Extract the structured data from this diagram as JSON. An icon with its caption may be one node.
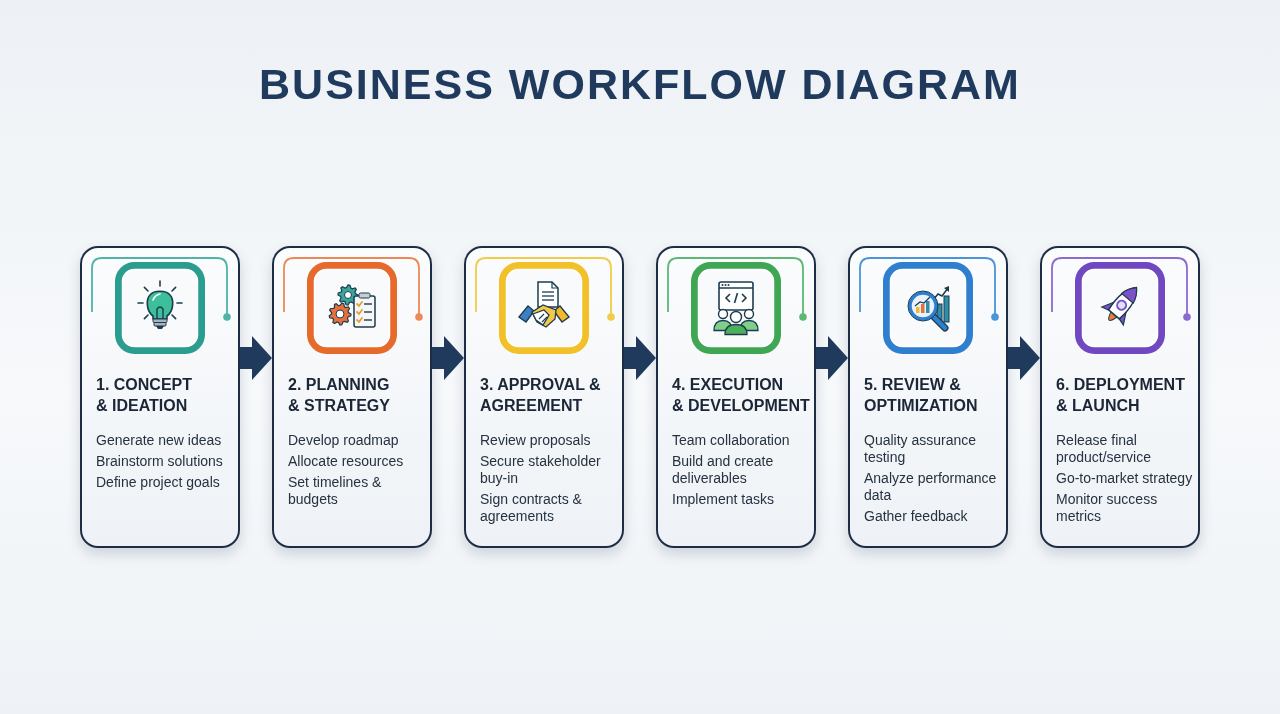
{
  "diagram": {
    "title": "BUSINESS WORKFLOW DIAGRAM",
    "nodes": [
      {
        "text": [
          "1. CONCEPT & IDEATION",
          "Generate new ideas",
          "Brainstorm solutions",
          "Define project goals"
        ]
      },
      {
        "text": [
          "2. PLANNING & STRATEGY",
          "Develop roadmap",
          "Allocate resources",
          "Set timelines & budgets"
        ]
      },
      {
        "text": [
          "3. APPROVAL & AGREEMENT",
          "Review proposals",
          "Secure stakeholder buy-in",
          "Sign contracts & agreements"
        ]
      },
      {
        "text": [
          "4. EXECUTION & DEVELOPMENT",
          "Team collaboration",
          "Build and create deliverables",
          "Implement tasks"
        ]
      },
      {
        "text": [
          "5. REVIEW & OPTIMIZATION",
          "Quality assurance testing",
          "Analyze performance data",
          "Gather feedback"
        ]
      },
      {
        "text": [
          "6. DEPLOYMENT & LAUNCH",
          "Release final product/service",
          "Go-to-market strategy",
          "Monitor success metrics"
        ]
      }
    ],
    "edges": [
      {
        "from": 0,
        "to": 1,
        "arrow": "to"
      },
      {
        "from": 1,
        "to": 2,
        "arrow": "to"
      },
      {
        "from": 2,
        "to": 3,
        "arrow": "to"
      },
      {
        "from": 3,
        "to": 4,
        "arrow": "to"
      },
      {
        "from": 4,
        "to": 5,
        "arrow": "to"
      }
    ]
  }
}
